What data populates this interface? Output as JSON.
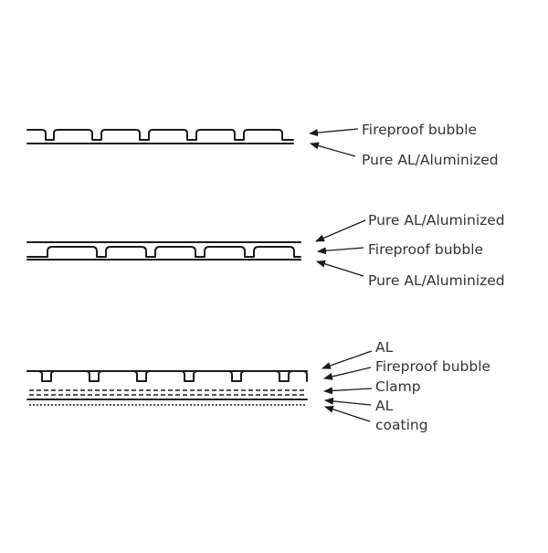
{
  "diagrams": [
    {
      "labels": [
        "Fireproof bubble",
        "Pure AL/Aluminized"
      ]
    },
    {
      "labels": [
        "Pure AL/Aluminized",
        "Fireproof bubble",
        "Pure AL/Aluminized"
      ]
    },
    {
      "labels": [
        "AL",
        "Fireproof bubble",
        "Clamp",
        "AL",
        "coating"
      ]
    }
  ],
  "colors": {
    "line": "#1a1a1a",
    "text": "#333333",
    "background": "#ffffff"
  }
}
